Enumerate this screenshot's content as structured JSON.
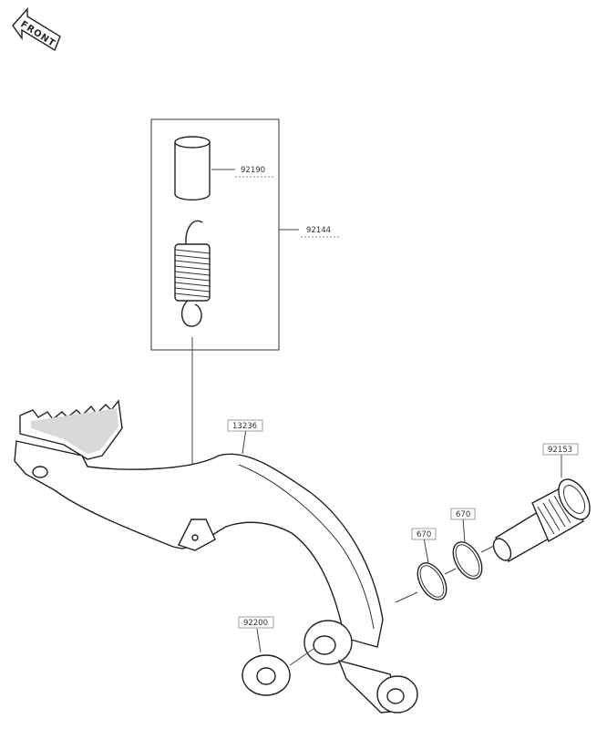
{
  "front_label": "FRONT",
  "parts": {
    "p92190": "92190",
    "p92144": "92144",
    "p13236": "13236",
    "p92153": "92153",
    "p670a": "670",
    "p670b": "670",
    "p92200": "92200"
  }
}
